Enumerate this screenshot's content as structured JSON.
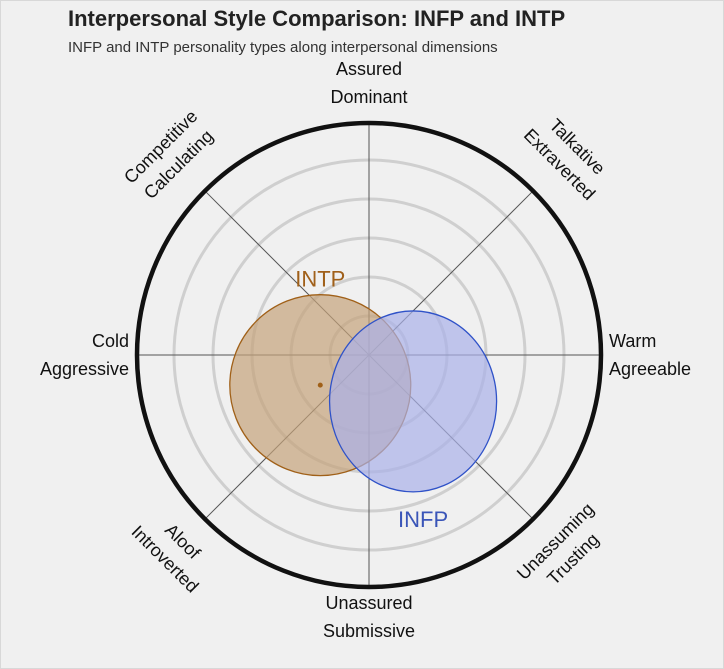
{
  "chart_data": {
    "type": "interpersonal-circumplex",
    "title": "Interpersonal Style Comparison: INFP and INTP",
    "subtitle": "INFP and INTP personality types along interpersonal dimensions",
    "grid": true,
    "rings": 5,
    "axes": [
      {
        "angle_deg": 90,
        "labels": [
          "Assured",
          "Dominant"
        ]
      },
      {
        "angle_deg": 45,
        "labels": [
          "Talkative",
          "Extraverted"
        ]
      },
      {
        "angle_deg": 0,
        "labels": [
          "Warm",
          "Agreeable"
        ]
      },
      {
        "angle_deg": -45,
        "labels": [
          "Unassuming",
          "Trusting"
        ]
      },
      {
        "angle_deg": -90,
        "labels": [
          "Unassured",
          "Submissive"
        ]
      },
      {
        "angle_deg": -135,
        "labels": [
          "Aloof",
          "Introverted"
        ]
      },
      {
        "angle_deg": 180,
        "labels": [
          "Cold",
          "Aggressive"
        ]
      },
      {
        "angle_deg": 135,
        "labels": [
          "Competitive",
          "Calculating"
        ]
      }
    ],
    "series": [
      {
        "name": "INTP",
        "center": {
          "x": -0.21,
          "y": -0.13
        },
        "radius_x": 0.39,
        "radius_y": 0.39,
        "fill": "#c4a27a",
        "stroke": "#a06018",
        "label_color": "#a0601a",
        "show_center": true
      },
      {
        "name": "INFP",
        "center": {
          "x": 0.19,
          "y": -0.2
        },
        "radius_x": 0.36,
        "radius_y": 0.39,
        "fill": "#a9b1e8",
        "stroke": "#2f52c8",
        "label_color": "#3a55b8",
        "show_center": false
      }
    ]
  }
}
